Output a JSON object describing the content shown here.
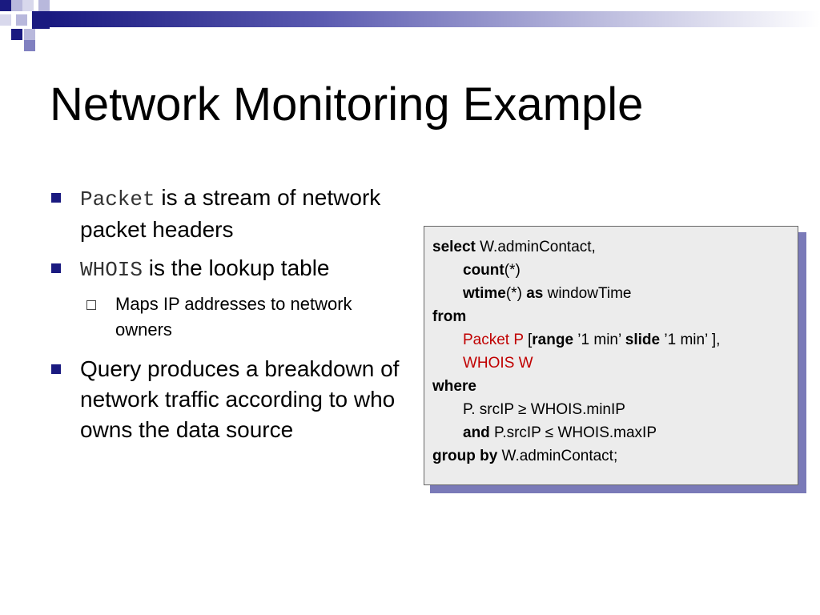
{
  "slide": {
    "title": "Network Monitoring Example",
    "accent_color": "#1a1a80",
    "highlight_color": "#c00000"
  },
  "bullets": [
    {
      "code": "Packet",
      "text": " is a stream of network packet headers"
    },
    {
      "code": "WHOIS",
      "text": " is the lookup table"
    },
    {
      "sub": "Maps IP addresses to network owners"
    },
    {
      "text": "Query produces a breakdown of network traffic according to who owns the data source"
    }
  ],
  "query": {
    "l1": {
      "kw": "select",
      "rest": " W.adminContact,"
    },
    "l2": {
      "kw": "count",
      "rest": "(*)"
    },
    "l3": {
      "kw": "wtime",
      "mid": "(*) ",
      "kw2": "as",
      "rest": " windowTime"
    },
    "l4": {
      "kw": "from"
    },
    "l5": {
      "red": "Packet P",
      "a": " [",
      "kw": "range",
      "b": " ’1 min’ ",
      "kw2": "slide",
      "c": " ’1 min’ ],"
    },
    "l6": {
      "red": "WHOIS W"
    },
    "l7": {
      "kw": "where"
    },
    "l8": {
      "rest": "P. srcIP ≥ WHOIS.minIP"
    },
    "l9": {
      "kw": "and",
      "rest": " P.srcIP ≤ WHOIS.maxIP"
    },
    "l10": {
      "kw": "group by",
      "rest": " W.adminContact;"
    }
  }
}
